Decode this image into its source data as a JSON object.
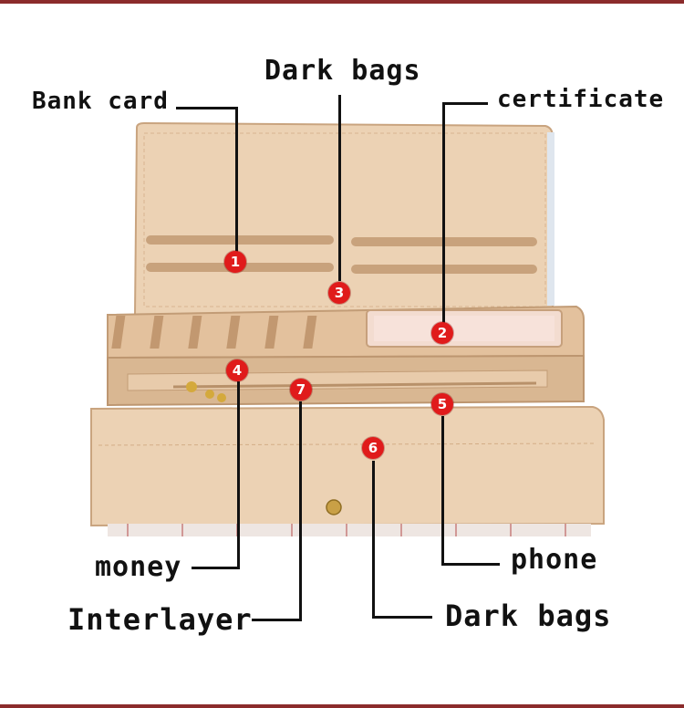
{
  "labels": {
    "bank_card": "Bank card",
    "dark_bags_top": "Dark bags",
    "certificate": "certificate",
    "money": "money",
    "interlayer": "Interlayer",
    "phone": "phone",
    "dark_bags_bottom": "Dark bags"
  },
  "markers": {
    "m1": "1",
    "m2": "2",
    "m3": "3",
    "m4": "4",
    "m5": "5",
    "m6": "6",
    "m7": "7"
  },
  "colors": {
    "frame": "#8b2b2b",
    "marker": "#e01b1b",
    "leather": "#e7c9a7",
    "leather_dark": "#d7b08a"
  }
}
